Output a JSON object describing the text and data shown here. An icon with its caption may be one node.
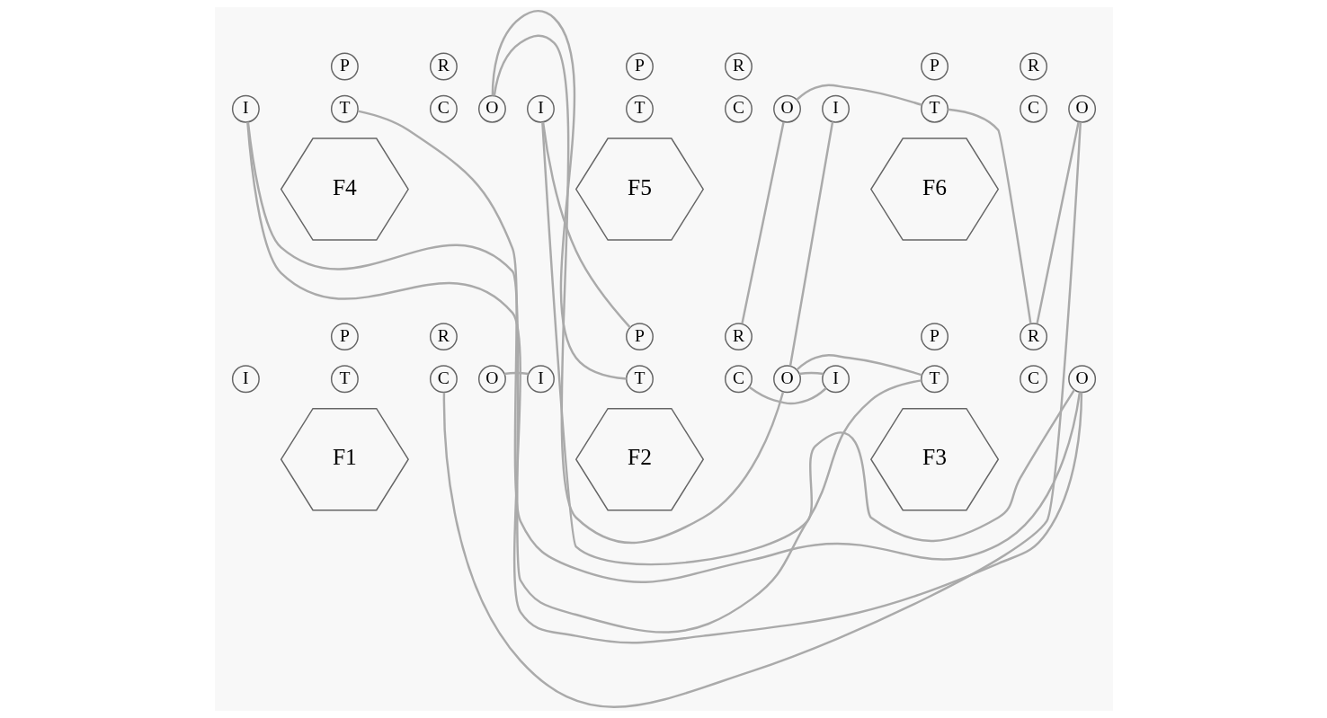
{
  "diagram": {
    "nodes": [
      {
        "text": [
          "F1"
        ]
      },
      {
        "text": [
          "T"
        ]
      },
      {
        "text": [
          "C"
        ]
      },
      {
        "text": [
          "I"
        ]
      },
      {
        "text": [
          "O"
        ]
      },
      {
        "text": [
          "P"
        ]
      },
      {
        "text": [
          "R"
        ]
      },
      {
        "text": [
          "F2"
        ]
      },
      {
        "text": [
          "T"
        ]
      },
      {
        "text": [
          "C"
        ]
      },
      {
        "text": [
          "I"
        ]
      },
      {
        "text": [
          "O"
        ]
      },
      {
        "text": [
          "P"
        ]
      },
      {
        "text": [
          "R"
        ]
      },
      {
        "text": [
          "F3"
        ]
      },
      {
        "text": [
          "T"
        ]
      },
      {
        "text": [
          "C"
        ]
      },
      {
        "text": [
          "I"
        ]
      },
      {
        "text": [
          "O"
        ]
      },
      {
        "text": [
          "P"
        ]
      },
      {
        "text": [
          "R"
        ]
      },
      {
        "text": [
          "F4"
        ]
      },
      {
        "text": [
          "T"
        ]
      },
      {
        "text": [
          "C"
        ]
      },
      {
        "text": [
          "I"
        ]
      },
      {
        "text": [
          "O"
        ]
      },
      {
        "text": [
          "P"
        ]
      },
      {
        "text": [
          "R"
        ]
      },
      {
        "text": [
          "F5"
        ]
      },
      {
        "text": [
          "T"
        ]
      },
      {
        "text": [
          "C"
        ]
      },
      {
        "text": [
          "I"
        ]
      },
      {
        "text": [
          "O"
        ]
      },
      {
        "text": [
          "P"
        ]
      },
      {
        "text": [
          "R"
        ]
      },
      {
        "text": [
          "F6"
        ]
      },
      {
        "text": [
          "T"
        ]
      },
      {
        "text": [
          "C"
        ]
      },
      {
        "text": [
          "I"
        ]
      },
      {
        "text": [
          "O"
        ]
      },
      {
        "text": [
          "P"
        ]
      },
      {
        "text": [
          "R"
        ]
      }
    ],
    "edges": [
      {
        "from": 4,
        "to": 10,
        "arrow": "none"
      },
      {
        "from": 2,
        "to": 39,
        "arrow": "none"
      },
      {
        "from": 8,
        "to": 25,
        "arrow": "none"
      },
      {
        "from": 9,
        "to": 17,
        "arrow": "none"
      },
      {
        "from": 11,
        "to": 17,
        "arrow": "none"
      },
      {
        "from": 11,
        "to": 15,
        "arrow": "none"
      },
      {
        "from": 15,
        "to": 24,
        "arrow": "none"
      },
      {
        "from": 11,
        "to": 25,
        "arrow": "none"
      },
      {
        "from": 11,
        "to": 38,
        "arrow": "none"
      },
      {
        "from": 13,
        "to": 32,
        "arrow": "none"
      },
      {
        "from": 12,
        "to": 31,
        "arrow": "none"
      },
      {
        "from": 18,
        "to": 24,
        "arrow": "none"
      },
      {
        "from": 18,
        "to": 22,
        "arrow": "none"
      },
      {
        "from": 18,
        "to": 31,
        "arrow": "none"
      },
      {
        "from": 20,
        "to": 36,
        "arrow": "none"
      },
      {
        "from": 20,
        "to": 39,
        "arrow": "none"
      },
      {
        "from": 32,
        "to": 36,
        "arrow": "none"
      }
    ]
  }
}
